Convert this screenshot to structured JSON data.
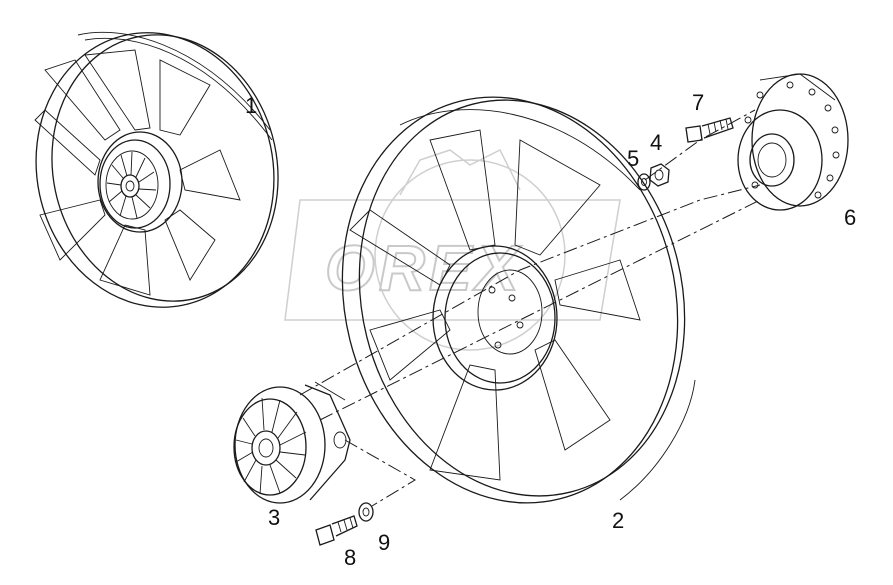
{
  "watermark": "OREX",
  "callouts": [
    {
      "id": "1",
      "label": "1"
    },
    {
      "id": "2",
      "label": "2"
    },
    {
      "id": "3",
      "label": "3"
    },
    {
      "id": "4",
      "label": "4"
    },
    {
      "id": "5",
      "label": "5"
    },
    {
      "id": "6",
      "label": "6"
    },
    {
      "id": "7",
      "label": "7"
    },
    {
      "id": "8",
      "label": "8"
    },
    {
      "id": "9",
      "label": "9"
    }
  ]
}
